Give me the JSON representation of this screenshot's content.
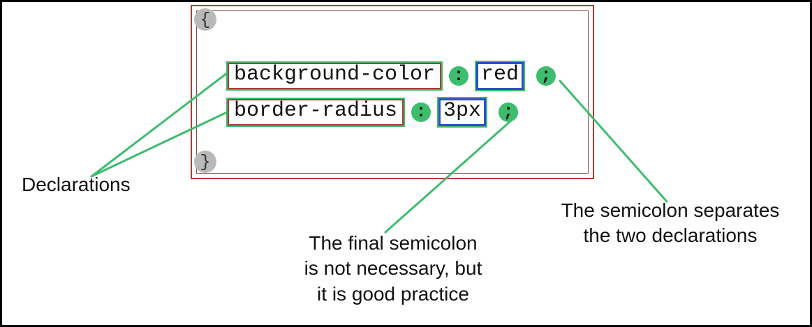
{
  "rule_block": {
    "open_brace": "{",
    "close_brace": "}",
    "declarations": [
      {
        "property": "background-color",
        "colon": ":",
        "value": "red",
        "semicolon": ";"
      },
      {
        "property": "border-radius",
        "colon": ":",
        "value": "3px",
        "semicolon": ";"
      }
    ]
  },
  "annotations": {
    "declarations_label": "Declarations",
    "final_semicolon_note": "The final semicolon\nis not necessary, but\nit is good practice",
    "separator_note": "The semicolon separates\nthe two declarations"
  },
  "colors": {
    "green": "#3dbd6d",
    "red": "#b23a35",
    "dark-red": "#8a4a45",
    "blue": "#2b50c8",
    "gray": "#b9b9b9",
    "text": "#111111"
  }
}
